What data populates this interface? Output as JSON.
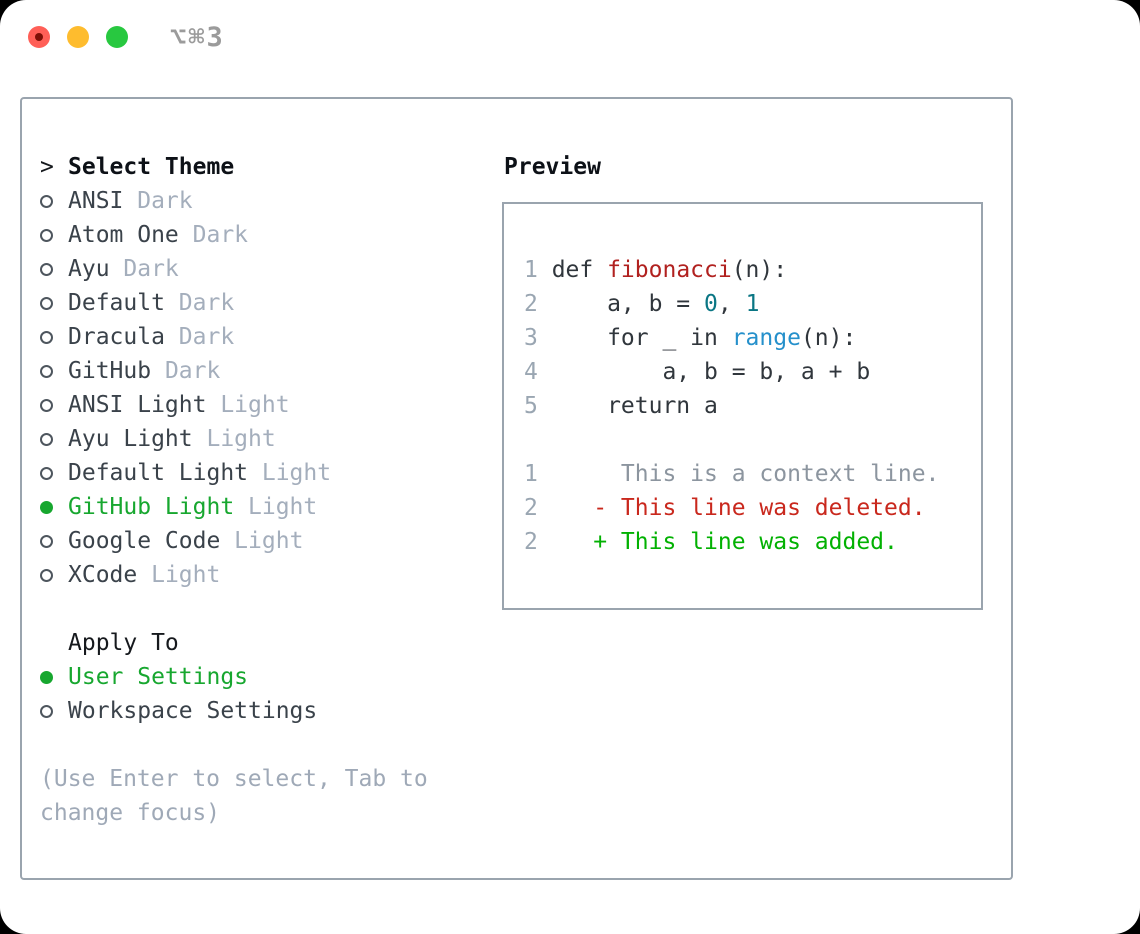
{
  "window": {
    "title": "⌥⌘3"
  },
  "theme_picker": {
    "prompt": ">",
    "title": "Select Theme",
    "themes": [
      {
        "label": "ANSI",
        "variant": "Dark",
        "selected": false
      },
      {
        "label": "Atom One",
        "variant": "Dark",
        "selected": false
      },
      {
        "label": "Ayu",
        "variant": "Dark",
        "selected": false
      },
      {
        "label": "Default",
        "variant": "Dark",
        "selected": false
      },
      {
        "label": "Dracula",
        "variant": "Dark",
        "selected": false
      },
      {
        "label": "GitHub",
        "variant": "Dark",
        "selected": false
      },
      {
        "label": "ANSI Light",
        "variant": "Light",
        "selected": false
      },
      {
        "label": "Ayu Light",
        "variant": "Light",
        "selected": false
      },
      {
        "label": "Default Light",
        "variant": "Light",
        "selected": false
      },
      {
        "label": "GitHub Light",
        "variant": "Light",
        "selected": true
      },
      {
        "label": "Google Code",
        "variant": "Light",
        "selected": false
      },
      {
        "label": "XCode",
        "variant": "Light",
        "selected": false
      }
    ]
  },
  "apply_to": {
    "title": "Apply To",
    "options": [
      {
        "label": "User Settings",
        "selected": true
      },
      {
        "label": "Workspace Settings",
        "selected": false
      }
    ]
  },
  "hint": {
    "lines": [
      "(Use Enter to select, Tab to",
      "change focus)"
    ]
  },
  "preview": {
    "title": "Preview",
    "lines": [
      {
        "num": "1",
        "segments": [
          {
            "text": "def ",
            "type": "plain"
          },
          {
            "text": "fibonacci",
            "type": "function"
          },
          {
            "text": "(n):",
            "type": "plain"
          }
        ]
      },
      {
        "num": "2",
        "segments": [
          {
            "text": "    a, b = ",
            "type": "plain"
          },
          {
            "text": "0",
            "type": "number"
          },
          {
            "text": ", ",
            "type": "plain"
          },
          {
            "text": "1",
            "type": "number"
          }
        ]
      },
      {
        "num": "3",
        "segments": [
          {
            "text": "    for _ in ",
            "type": "plain"
          },
          {
            "text": "range",
            "type": "builtin"
          },
          {
            "text": "(n):",
            "type": "plain"
          }
        ]
      },
      {
        "num": "4",
        "segments": [
          {
            "text": "        a, b = b, a + b",
            "type": "plain"
          }
        ]
      },
      {
        "num": "5",
        "segments": [
          {
            "text": "    return a",
            "type": "plain"
          }
        ]
      },
      {
        "num": "",
        "segments": []
      },
      {
        "num": "1",
        "segments": [
          {
            "text": "     This is a context line.",
            "type": "context"
          }
        ]
      },
      {
        "num": "2",
        "segments": [
          {
            "text": "   - This line was deleted.",
            "type": "deleted"
          }
        ]
      },
      {
        "num": "2",
        "segments": [
          {
            "text": "   + This line was added.",
            "type": "added"
          }
        ]
      }
    ]
  },
  "colors": {
    "selection_green": "#17a72f",
    "muted_gray": "#a4aebc",
    "panel_border": "#9aa4ae",
    "function_red": "#b1211f",
    "number_teal": "#0a7684",
    "builtin_blue": "#2590cb",
    "context_gray": "#8c959f",
    "deleted_red": "#c9281d",
    "added_green": "#02b102",
    "traffic_red": "#ff5f57",
    "traffic_yellow": "#febc2e",
    "traffic_green": "#28c840"
  }
}
